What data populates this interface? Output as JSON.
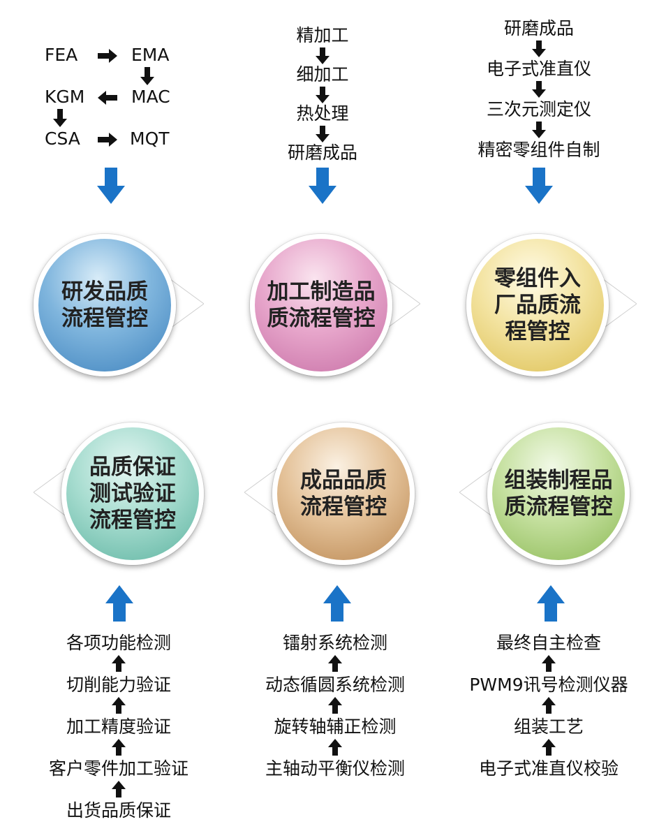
{
  "top_left_flow": {
    "fea": "FEA",
    "ema": "EMA",
    "mac": "MAC",
    "kgm": "KGM",
    "csa": "CSA",
    "mqt": "MQT"
  },
  "top_middle_flow": [
    "精加工",
    "细加工",
    "热处理",
    "研磨成品"
  ],
  "top_right_flow": [
    "研磨成品",
    "电子式准直仪",
    "三次元测定仪",
    "精密零组件自制"
  ],
  "circles_top": [
    {
      "lines": [
        "研发品质",
        "流程管控"
      ],
      "color": "#4a8fc4"
    },
    {
      "lines": [
        "加工制造品",
        "质流程管控"
      ],
      "color": "#d77fb4"
    },
    {
      "lines": [
        "零组件入",
        "厂品质流",
        "程管控"
      ],
      "color": "#e6d070"
    }
  ],
  "circles_bottom": [
    {
      "lines": [
        "品质保证",
        "测试验证",
        "流程管控"
      ],
      "color": "#6fc1b0"
    },
    {
      "lines": [
        "成品品质",
        "流程管控"
      ],
      "color": "#c79a6a"
    },
    {
      "lines": [
        "组装制程品",
        "质流程管控"
      ],
      "color": "#9cc36a"
    }
  ],
  "bottom_left_flow": [
    "各项功能检测",
    "切削能力验证",
    "加工精度验证",
    "客户零件加工验证",
    "出货品质保证"
  ],
  "bottom_middle_flow": [
    "镭射系统检测",
    "动态循圆系统检测",
    "旋转轴辅正检测",
    "主轴动平衡仪检测"
  ],
  "bottom_right_flow": [
    "最终自主检查",
    "PWM9讯号检测仪器",
    "组装工艺",
    "电子式准直仪校验"
  ],
  "colors": {
    "blue_arrow": "#1a73c7",
    "black_arrow": "#111111"
  }
}
